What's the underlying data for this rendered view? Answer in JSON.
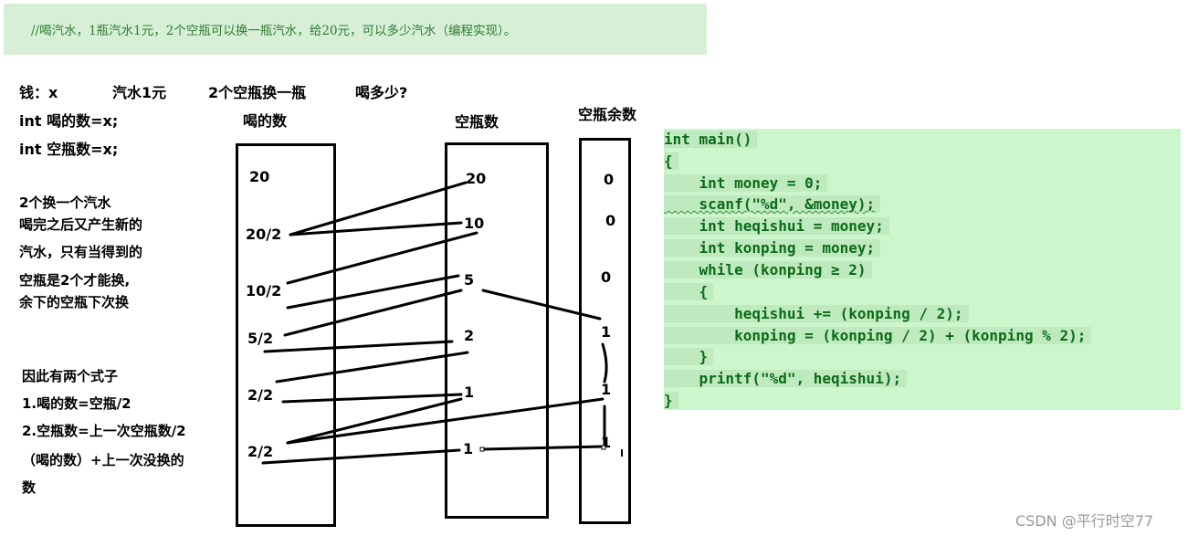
{
  "header": {
    "text": "//喝汽水，1瓶汽水1元，2个空瓶可以换一瓶汽水，给20元，可以多少汽水（编程实现）。"
  },
  "top_labels": {
    "money": "钱：x",
    "price": "汽水1元",
    "exchange": "2个空瓶换一瓶",
    "question": "喝多少?"
  },
  "vars": [
    "int 喝的数=x;",
    "int 空瓶数=x;"
  ],
  "notes1": [
    "2个换一个汽水",
    "喝完之后又产生新的",
    "汽水，只有当得到的",
    "空瓶是2个才能换,",
    "余下的空瓶下次换"
  ],
  "notes2": [
    "因此有两个式子",
    "1.喝的数=空瓶/2",
    "2.空瓶数=上一次空瓶数/2",
    "（喝的数）+上一次没换的",
    "数"
  ],
  "columns": {
    "drunk": {
      "header": "喝的数",
      "values": [
        "20",
        "20/2",
        "10/2",
        "5/2",
        "2/2",
        "2/2"
      ]
    },
    "bottles": {
      "header": "空瓶数",
      "values": [
        "20",
        "10",
        "5",
        "2",
        "1",
        "1"
      ]
    },
    "remainder": {
      "header": "空瓶余数",
      "values": [
        "0",
        "0",
        "0",
        "1",
        "1",
        "1"
      ]
    }
  },
  "code": [
    "int main()",
    "{",
    "    int money = 0;",
    "    scanf(\"%d\", &money);",
    "    int heqishui = money;",
    "    int konping = money;",
    "    while (konping ≥ 2)",
    "    {",
    "        heqishui += (konping / 2);",
    "        konping = (konping / 2) + (konping % 2);",
    "    }",
    "    printf(\"%d\", heqishui);",
    "}"
  ],
  "watermark": "CSDN @平行时空77"
}
